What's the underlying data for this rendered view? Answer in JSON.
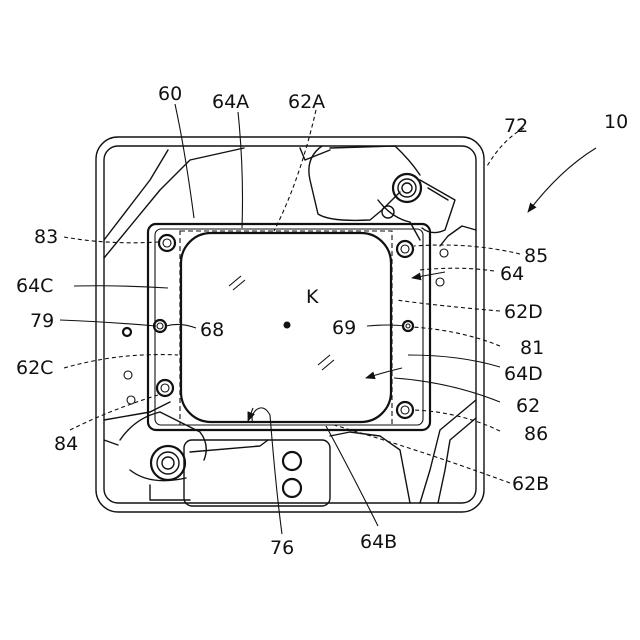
{
  "labels": {
    "l10": "10",
    "l60": "60",
    "l62": "62",
    "l62A": "62A",
    "l62B": "62B",
    "l62C": "62C",
    "l62D": "62D",
    "l64": "64",
    "l64A": "64A",
    "l64B": "64B",
    "l64C": "64C",
    "l64D": "64D",
    "l68": "68",
    "l69": "69",
    "l72": "72",
    "l76": "76",
    "l79": "79",
    "l81": "81",
    "l83": "83",
    "l84": "84",
    "l85": "85",
    "l86": "86",
    "lK": "K"
  }
}
